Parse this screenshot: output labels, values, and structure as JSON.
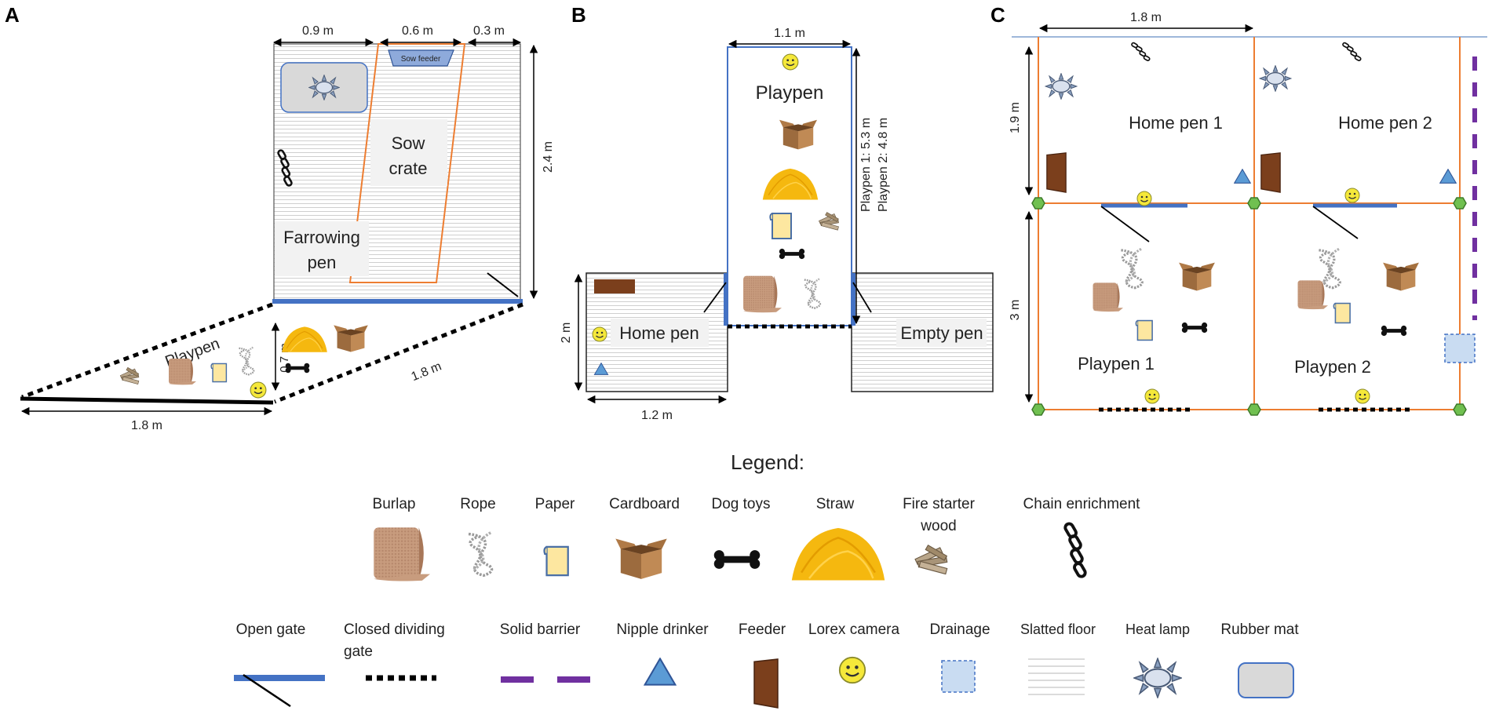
{
  "panels": {
    "a": "A",
    "b": "B",
    "c": "C"
  },
  "panel_a": {
    "dim_top_1": "0.9 m",
    "dim_top_2": "0.6 m",
    "dim_top_3": "0.3 m",
    "dim_right": "2.4 m",
    "sow_feeder": "Sow feeder",
    "sow_crate_line1": "Sow",
    "sow_crate_line2": "crate",
    "farrowing_line1": "Farrowing",
    "farrowing_line2": "pen",
    "playpen": "Playpen",
    "dim_playpen_depth": "0.7 m",
    "dim_diag": "1.8 m",
    "dim_bottom": "1.8 m"
  },
  "panel_b": {
    "dim_top": "1.1 m",
    "playpen": "Playpen",
    "dim_side_1": "Playpen 1: 5.3 m",
    "dim_side_2": "Playpen 2: 4.8 m",
    "home_pen": "Home pen",
    "empty_pen": "Empty pen",
    "dim_left": "2 m",
    "dim_bottom": "1.2 m"
  },
  "panel_c": {
    "dim_top": "1.8 m",
    "dim_left_top": "1.9 m",
    "dim_left_bottom": "3 m",
    "home_pen_1": "Home pen 1",
    "home_pen_2": "Home pen 2",
    "playpen_1": "Playpen 1",
    "playpen_2": "Playpen 2"
  },
  "legend": {
    "title": "Legend:",
    "row1": [
      {
        "label": "Burlap",
        "icon": "burlap-icon"
      },
      {
        "label": "Rope",
        "icon": "rope-icon"
      },
      {
        "label": "Paper",
        "icon": "paper-icon"
      },
      {
        "label": "Cardboard",
        "icon": "cardboard-icon"
      },
      {
        "label": "Dog toys",
        "icon": "dog-toy-icon"
      },
      {
        "label": "Straw",
        "icon": "straw-icon"
      },
      {
        "label": "Fire starter",
        "label2": "wood",
        "icon": "fire-starter-wood-icon"
      },
      {
        "label": "Chain enrichment",
        "icon": "chain-icon"
      }
    ],
    "row2": [
      {
        "label": "Open gate",
        "icon": "open-gate-icon"
      },
      {
        "label": "Closed dividing",
        "label2": "gate",
        "icon": "closed-gate-icon"
      },
      {
        "label": "Solid barrier",
        "icon": "solid-barrier-icon"
      },
      {
        "label": "Nipple drinker",
        "icon": "nipple-drinker-icon"
      },
      {
        "label": "Feeder",
        "icon": "feeder-icon"
      },
      {
        "label": "Lorex camera",
        "icon": "camera-icon"
      },
      {
        "label": "Drainage",
        "icon": "drainage-icon"
      },
      {
        "label": "Slatted floor",
        "icon": "slatted-floor-icon"
      },
      {
        "label": "Heat lamp",
        "icon": "heat-lamp-icon"
      },
      {
        "label": "Rubber mat",
        "icon": "rubber-mat-icon"
      }
    ]
  },
  "colors": {
    "open_gate": "#4472c4",
    "orange_wall": "#ed7d31",
    "solid_barrier": "#7030a0",
    "drinker": "#5b9bd5",
    "feeder": "#7b3f1c",
    "camera": "#f5e83a",
    "post": "#70c050",
    "slat": "#c8c8c8"
  }
}
